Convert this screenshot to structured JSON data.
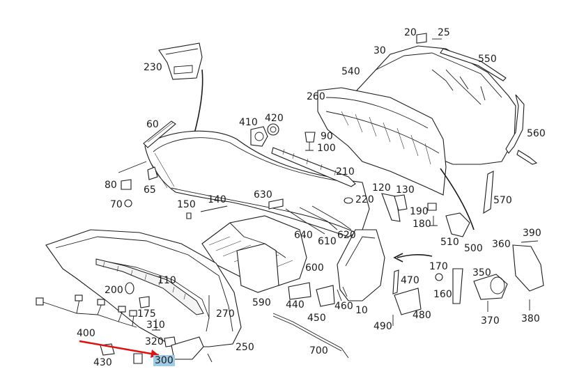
{
  "callouts": [
    {
      "id": "20",
      "text": "20"
    },
    {
      "id": "25",
      "text": "25"
    },
    {
      "id": "30",
      "text": "30"
    },
    {
      "id": "550",
      "text": "550"
    },
    {
      "id": "540",
      "text": "540"
    },
    {
      "id": "230",
      "text": "230"
    },
    {
      "id": "260",
      "text": "260"
    },
    {
      "id": "560",
      "text": "560"
    },
    {
      "id": "410",
      "text": "410"
    },
    {
      "id": "420",
      "text": "420"
    },
    {
      "id": "60",
      "text": "60"
    },
    {
      "id": "90",
      "text": "90"
    },
    {
      "id": "100",
      "text": "100"
    },
    {
      "id": "210",
      "text": "210"
    },
    {
      "id": "80",
      "text": "80"
    },
    {
      "id": "65",
      "text": "65"
    },
    {
      "id": "70",
      "text": "70"
    },
    {
      "id": "120",
      "text": "120"
    },
    {
      "id": "130",
      "text": "130"
    },
    {
      "id": "630",
      "text": "630"
    },
    {
      "id": "220",
      "text": "220"
    },
    {
      "id": "570",
      "text": "570"
    },
    {
      "id": "150",
      "text": "150"
    },
    {
      "id": "140",
      "text": "140"
    },
    {
      "id": "190",
      "text": "190"
    },
    {
      "id": "180",
      "text": "180"
    },
    {
      "id": "640",
      "text": "640"
    },
    {
      "id": "620",
      "text": "620"
    },
    {
      "id": "610",
      "text": "610"
    },
    {
      "id": "510",
      "text": "510"
    },
    {
      "id": "390",
      "text": "390"
    },
    {
      "id": "500",
      "text": "500"
    },
    {
      "id": "360",
      "text": "360"
    },
    {
      "id": "600",
      "text": "600"
    },
    {
      "id": "170",
      "text": "170"
    },
    {
      "id": "350",
      "text": "350"
    },
    {
      "id": "110",
      "text": "110"
    },
    {
      "id": "470",
      "text": "470"
    },
    {
      "id": "200",
      "text": "200"
    },
    {
      "id": "590",
      "text": "590"
    },
    {
      "id": "440",
      "text": "440"
    },
    {
      "id": "160",
      "text": "160"
    },
    {
      "id": "460",
      "text": "460"
    },
    {
      "id": "10",
      "text": "10"
    },
    {
      "id": "175",
      "text": "175"
    },
    {
      "id": "270",
      "text": "270"
    },
    {
      "id": "450",
      "text": "450"
    },
    {
      "id": "480",
      "text": "480"
    },
    {
      "id": "370",
      "text": "370"
    },
    {
      "id": "380",
      "text": "380"
    },
    {
      "id": "310",
      "text": "310"
    },
    {
      "id": "490",
      "text": "490"
    },
    {
      "id": "400",
      "text": "400"
    },
    {
      "id": "320",
      "text": "320"
    },
    {
      "id": "250",
      "text": "250"
    },
    {
      "id": "700",
      "text": "700"
    },
    {
      "id": "430",
      "text": "430"
    },
    {
      "id": "300",
      "text": "300"
    }
  ],
  "highlight": {
    "callout": "300",
    "color": "#9ecbe6",
    "arrow_color": "#e01010"
  }
}
